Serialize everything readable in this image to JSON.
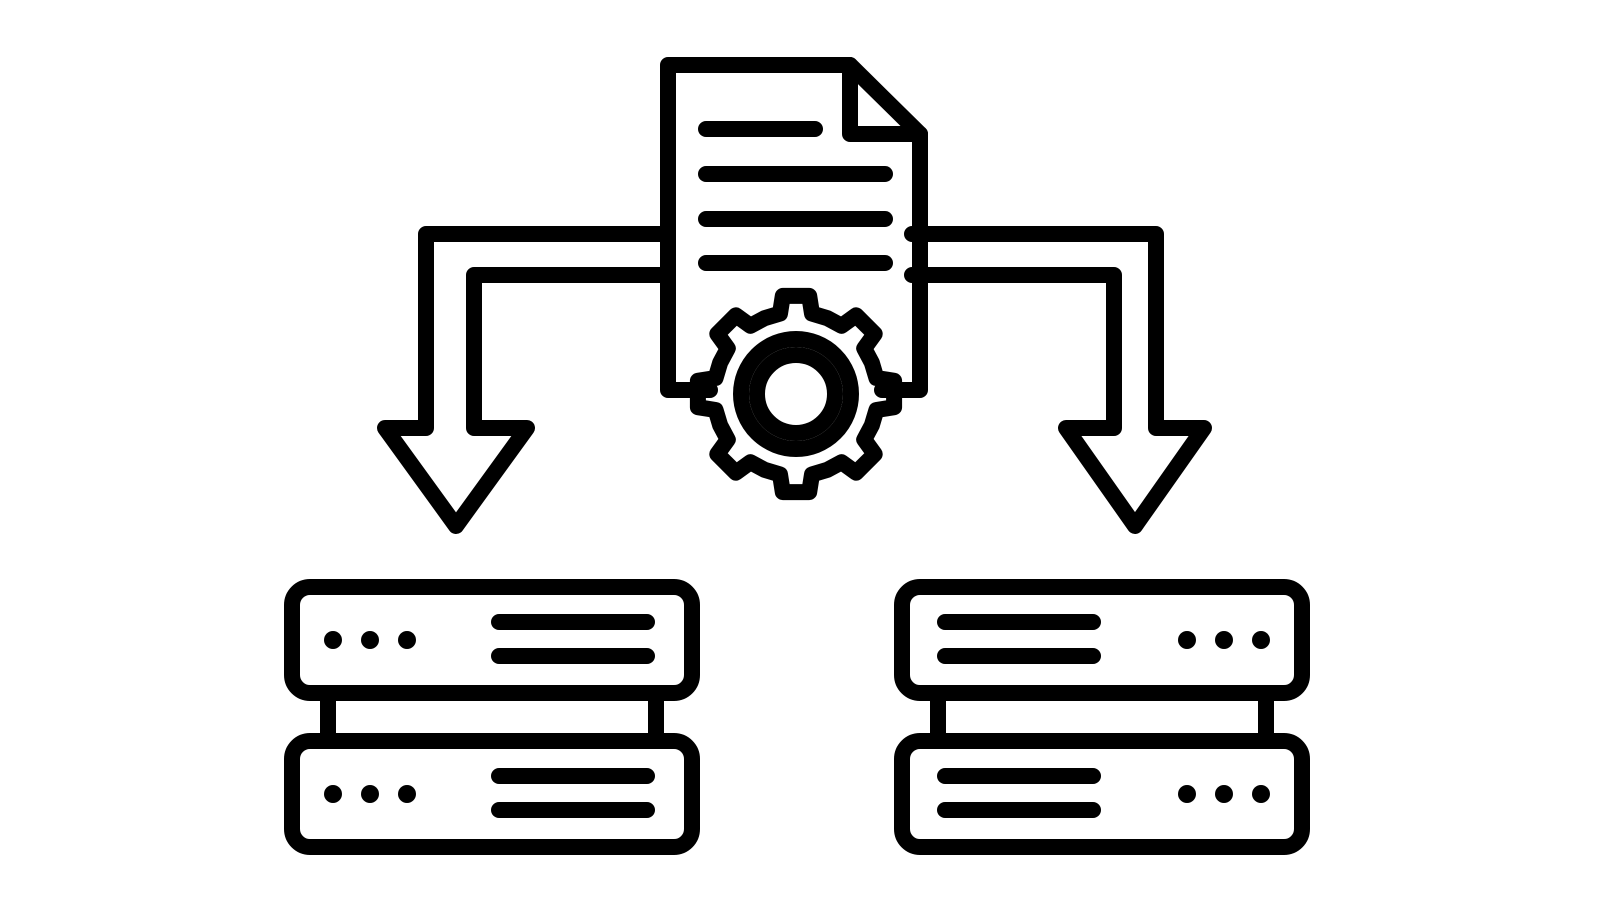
{
  "diagram": {
    "type": "icon-illustration",
    "colors": {
      "line": "#000000",
      "background": "#ffffff"
    },
    "document": {
      "icon": "document-icon",
      "text_lines": 4
    },
    "gear": {
      "icon": "gear-icon",
      "teeth": 8
    },
    "arrows": [
      {
        "icon": "split-arrow-down-icon",
        "direction": "down",
        "target": "left-server-stack"
      },
      {
        "icon": "split-arrow-down-icon",
        "direction": "down",
        "target": "right-server-stack"
      }
    ],
    "server_stacks": [
      {
        "icon": "server-stack-icon",
        "units": 2,
        "indicator_dots": 3,
        "dots_side": "left"
      },
      {
        "icon": "server-stack-icon",
        "units": 2,
        "indicator_dots": 3,
        "dots_side": "right"
      }
    ]
  }
}
